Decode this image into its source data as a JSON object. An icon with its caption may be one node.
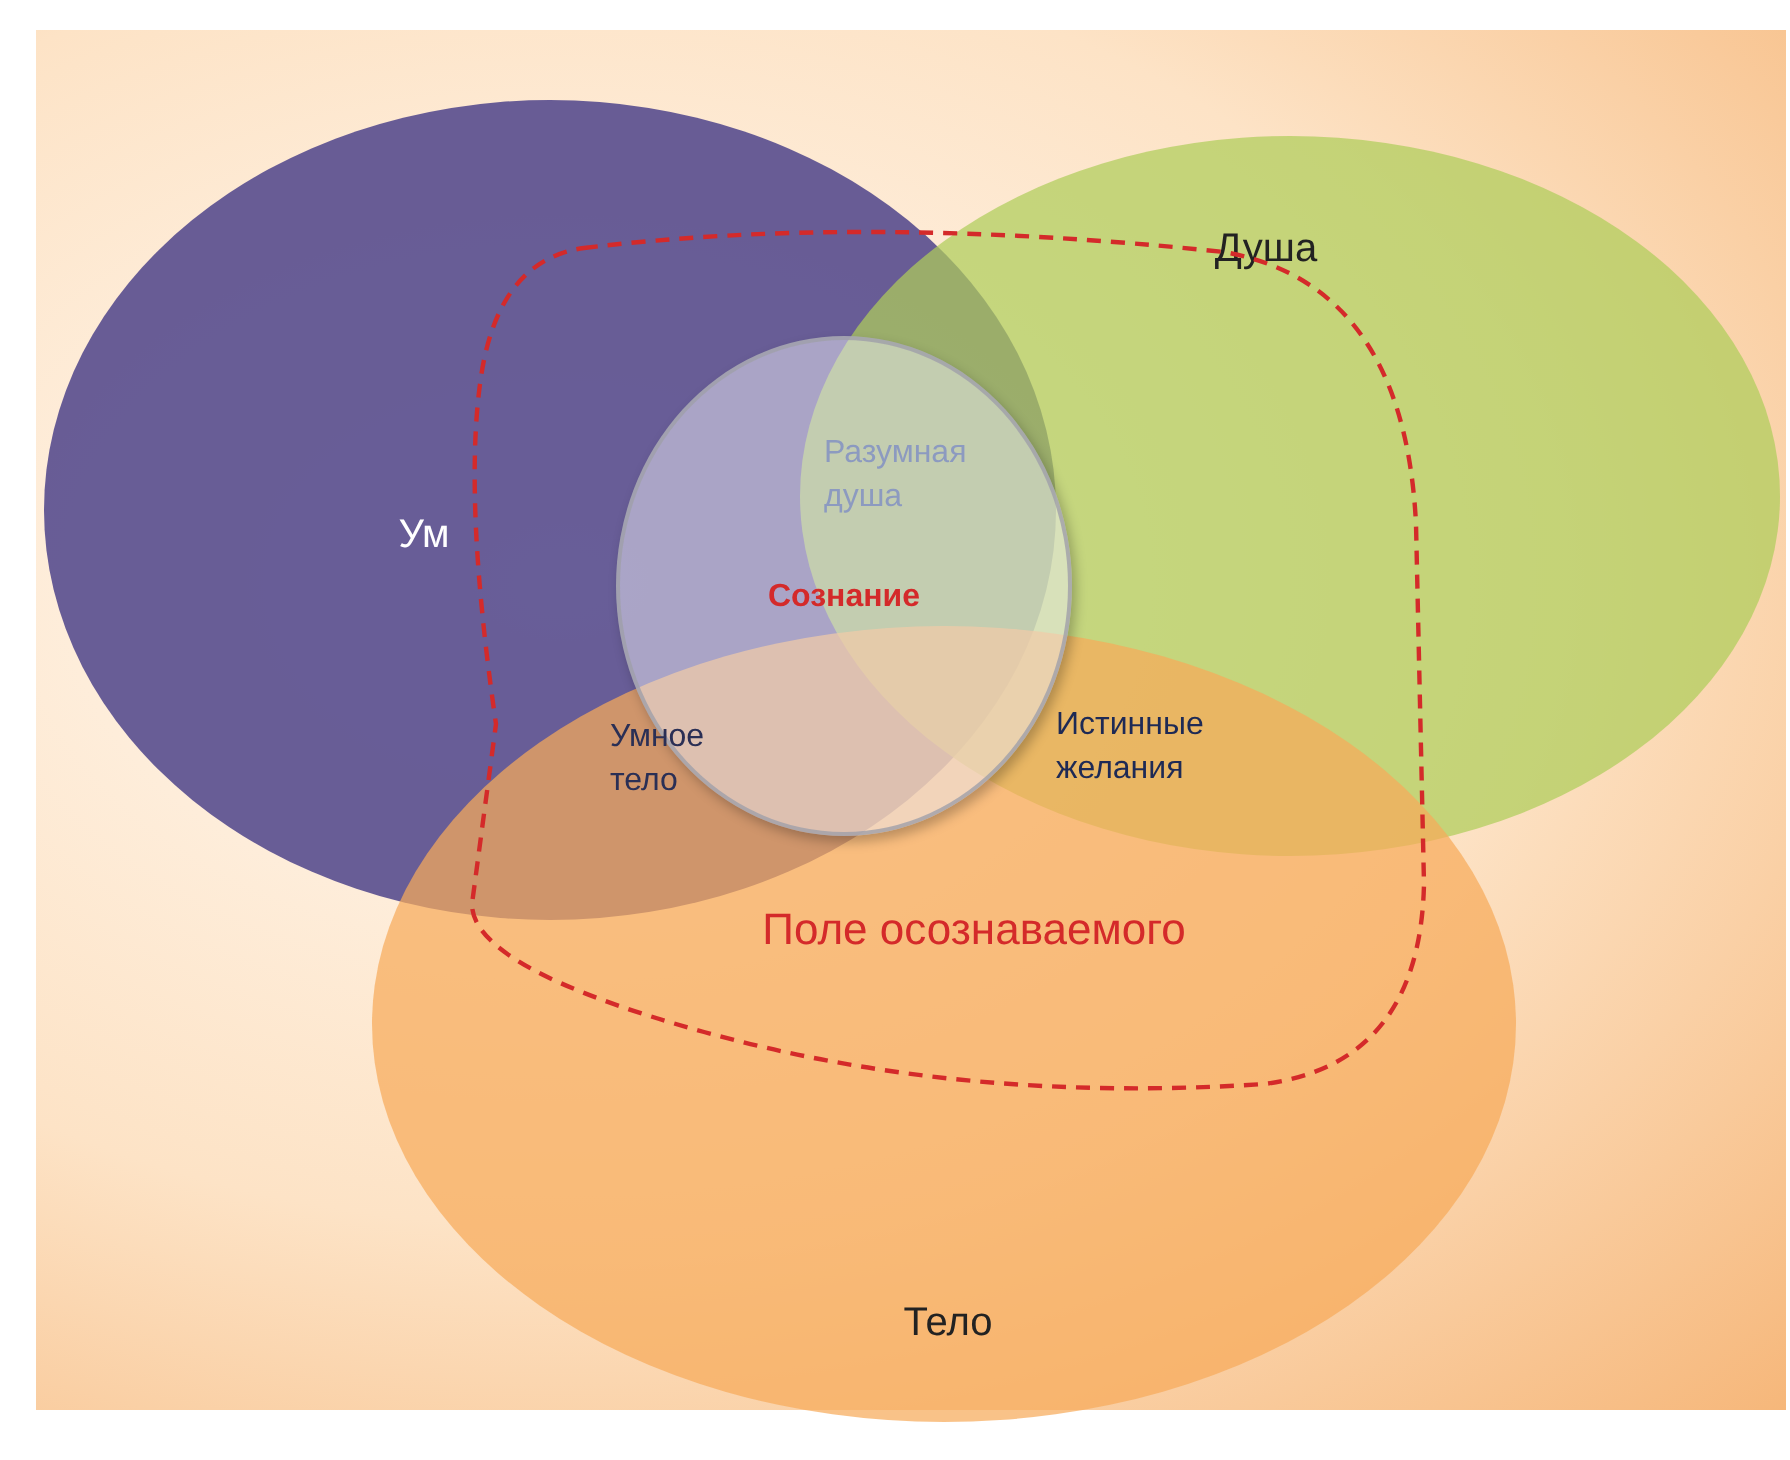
{
  "diagram": {
    "nodes": [
      {
        "text": [
          "Ум"
        ]
      },
      {
        "text": [
          "Душа"
        ]
      },
      {
        "text": [
          "Тело"
        ]
      },
      {
        "text": [
          "Поле осознаваемого"
        ]
      },
      {
        "text": [
          "Сознание"
        ]
      }
    ],
    "edges": [],
    "labels": [
      "Разумная душа",
      "Умное тело",
      "Истинные желания"
    ]
  }
}
